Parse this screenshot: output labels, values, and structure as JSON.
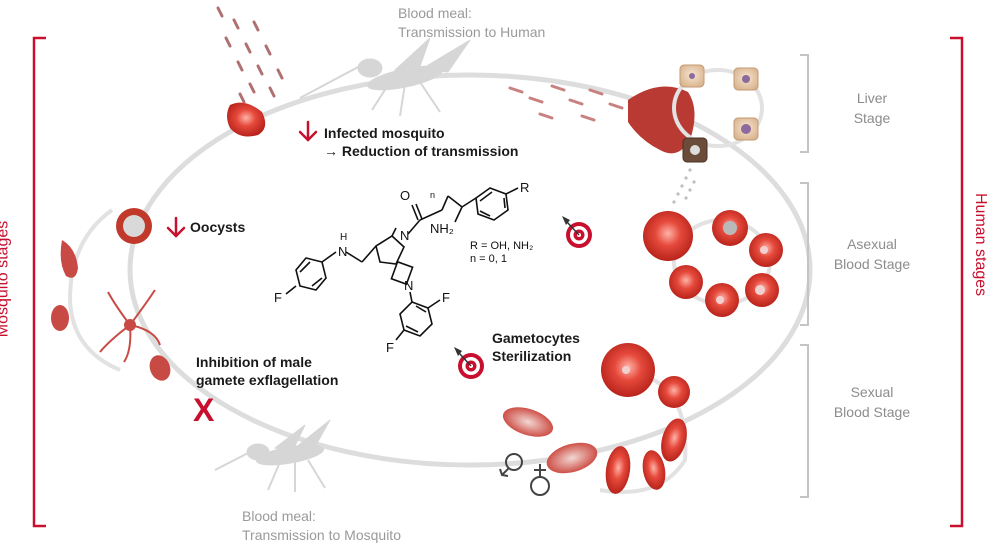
{
  "labels": {
    "blood_meal_human": "Blood meal:\nTransmission to Human",
    "blood_meal_mosquito": "Blood meal:\nTransmission to Mosquito",
    "infected_mosquito": "Infected mosquito\n→ Reduction of transmission",
    "oocysts": "Oocysts",
    "inhibition": "Inhibition of male\ngamete exflagellation",
    "gametocytes": "Gametocytes\nSterilization",
    "liver_stage": "Liver\nStage",
    "asexual_stage": "Asexual\nBlood Stage",
    "sexual_stage": "Sexual\nBlood Stage",
    "mosquito_stages": "Mosquito stages",
    "human_stages": "Human stages"
  },
  "chemistry": {
    "atom_o": "O",
    "atom_n_pyrrolidine": "N",
    "atom_n_azetidine": "N",
    "atom_n_amine": "N",
    "atom_h_amine": "H",
    "amino_group": "NH₂",
    "subscript_n": "n",
    "atom_r": "R",
    "atom_f_left": "F",
    "atom_f_right_top": "F",
    "atom_f_right_bottom": "F",
    "substituents": "R = OH, NH₂\nn = 0, 1"
  },
  "symbols": {
    "cross_mark": "X",
    "male_symbol": "♂",
    "female_symbol": "♀",
    "down_arrow_icon": "down-arrow-icon",
    "target_icon": "target-icon"
  },
  "colors": {
    "accent_red": "#c8102e",
    "cell_red": "#c0392b",
    "cycle_gray": "#d9d9d9",
    "bracket_gray": "#bdbdbd"
  }
}
